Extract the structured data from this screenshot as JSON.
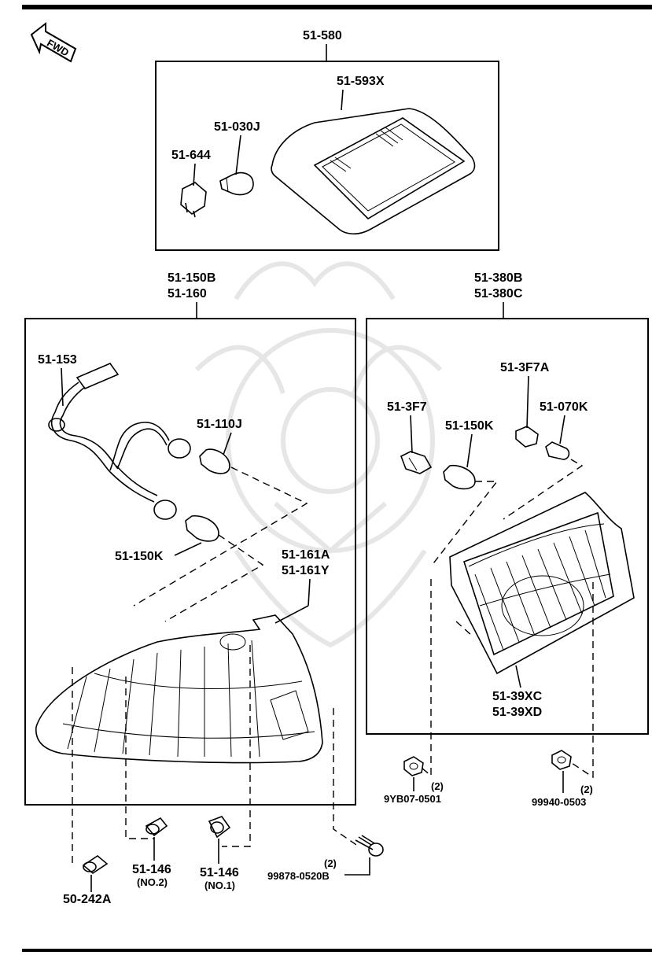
{
  "colors": {
    "ink": "#000000",
    "paper": "#ffffff",
    "watermark": "#e6e6e6"
  },
  "direction_badge": {
    "text": "FWD",
    "icon": "forward-arrow-icon"
  },
  "groups": {
    "high_mount_stop_lamp": {
      "part_no": "51-580"
    },
    "rear_combination_lamp": {
      "part_no_1": "51-150B",
      "part_no_2": "51-160"
    },
    "rear_lamp_inner": {
      "part_no_1": "51-380B",
      "part_no_2": "51-380C"
    }
  },
  "callouts": {
    "lens_cover": "51-593X",
    "bulb_small": "51-030J",
    "socket": "51-644",
    "harness": "51-153",
    "bulb_110j": "51-110J",
    "bulb_150k_left": "51-150K",
    "lens_161a": "51-161A",
    "lens_161y": "51-161Y",
    "socket_3f7": "51-3F7",
    "socket_3f7a": "51-3F7A",
    "bulb_070k": "51-070K",
    "bulb_150k_right": "51-150K",
    "inner_lens_1": "51-39XC",
    "inner_lens_2": "51-39XD",
    "clip_242a": "50-242A",
    "clip_146_no2": "51-146",
    "clip_146_no2_note": "(NO.2)",
    "clip_146_no1": "51-146",
    "clip_146_no1_note": "(NO.1)",
    "screw": "99878-0520B",
    "screw_qty": "(2)",
    "nut_9yb07": "9YB07-0501",
    "nut_9yb07_qty": "(2)",
    "nut_99940": "99940-0503",
    "nut_99940_qty": "(2)"
  }
}
